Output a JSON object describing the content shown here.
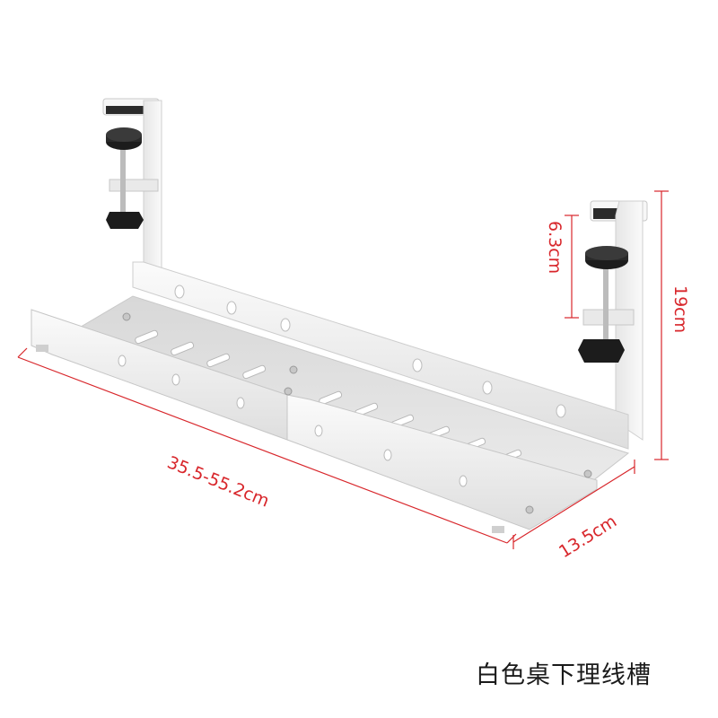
{
  "product": {
    "caption": "白色桌下理线槽"
  },
  "dimensions": {
    "length": "35.5-55.2cm",
    "depth": "13.5cm",
    "height": "19cm",
    "clamp_opening": "6.3cm"
  },
  "colors": {
    "dimension_line": "#d8262b",
    "metal": "#f1f1f1",
    "metal_shadow": "#d4d4d4",
    "knob": "#1c1c1c"
  }
}
